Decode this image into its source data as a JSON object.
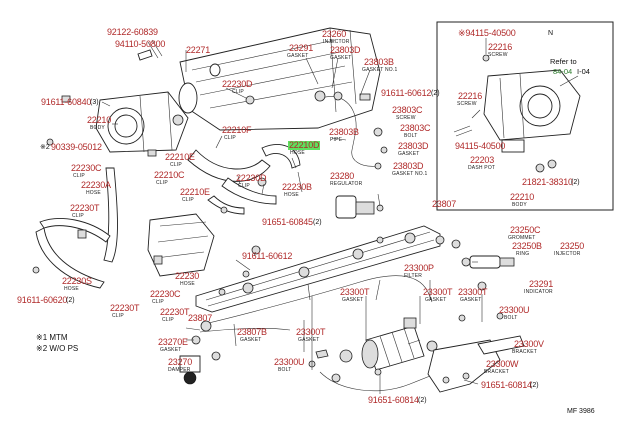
{
  "colors": {
    "part_number": "#b02a2a",
    "highlight": "#5ee05e",
    "line": "#333333"
  },
  "labels": {
    "l92122": "92122-60839",
    "l94110": "94110-50800",
    "l22271": "22271",
    "l23291a": "23291",
    "s23291a": "GASKET",
    "l23260": "23260",
    "s23260": "INJECTOR",
    "l23803Dt": "23803D",
    "s23803Dt": "GASKET",
    "l23803Bt": "23803B",
    "s23803Bt": "GASKET No.1",
    "l91611_084": "91611-60840",
    "q91611_084": "(3)",
    "l22230D": "22230D",
    "s22230D": "CLIP",
    "l91611_061": "91611-60612",
    "q91611_061": "(2)",
    "l22210": "22210",
    "s22210": "BODY",
    "l22210F": "22210F",
    "s22210F": "CLIP",
    "l23803C1": "23803C",
    "s23803C1": "SCREW",
    "l23803C2": "23803C",
    "s23803C2": "BOLT",
    "l90339": "90339-05012",
    "p90339": "※2",
    "l23803B": "23803B",
    "s23803B": "PIPE",
    "l22210D": "22210D",
    "s22210D": "HOSE",
    "l22210E": "22210E",
    "s22210E": "CLIP",
    "l23803Dm": "23803D",
    "s23803Dm": "GASKET",
    "l23803Dr": "23803D",
    "s23803Dr": "GASKET No.1",
    "l22230C1": "22230C",
    "s22230C1": "CLIP",
    "l22210C": "22210C",
    "s22210C": "CLIP",
    "l22230A": "22230A",
    "s22230A": "HOSE",
    "l22230Dm": "22230D",
    "s22230Dm": "CLIP",
    "l22230B": "22230B",
    "s22230B": "HOSE",
    "l23280": "23280",
    "s23280": "REGULATOR",
    "l23807a": "23807",
    "l22210Eb": "22210E",
    "s22210Eb": "CLIP",
    "l22230T1": "22230T",
    "s22230T1": "CLIP",
    "l91651_845": "91651-60845",
    "q91651_845": "(2)",
    "l23250C": "23250C",
    "s23250C": "GROMMET",
    "l23250B": "23250B",
    "s23250B": "RING",
    "l23250": "23250",
    "s23250": "INJECTOR",
    "l91611_0612b": "91611-60612",
    "l22230": "22230",
    "s22230": "HOSE",
    "l22230S": "22230S",
    "s22230S": "HOSE",
    "l23300P": "23300P",
    "s23300P": "FILTER",
    "l23291b": "23291",
    "s23291b": "INDICATOR",
    "l91611_620": "91611-60620",
    "q91611_620": "(2)",
    "l22230T2": "22230T",
    "s22230T2": "CLIP",
    "l22230C2": "22230C",
    "s22230C2": "CLIP",
    "l23300Ta": "23300T",
    "s23300Ta": "GASKET",
    "l23300Tb": "23300T",
    "s23300Tb": "GASKET",
    "l23300Tc": "23300T",
    "s23300Tc": "GASKET",
    "l23300U1": "23300U",
    "s23300U1": "BOLT",
    "l22230T3": "22230T",
    "s22230T3": "CLIP",
    "l23807b": "23807",
    "l23807B": "23807B",
    "s23807B": "GASKET",
    "l23300Tm": "23300T",
    "s23300Tm": "GASKET",
    "l23270E": "23270E",
    "s23270E": "GASKET",
    "l23300U2": "23300U",
    "s23300U2": "BOLT",
    "l23300V": "23300V",
    "s23300V": "BRACKET",
    "l23300W": "23300W",
    "s23300W": "BRACKET",
    "l23270": "23270",
    "s23270": "DAMPER",
    "l91651_814": "91651-60814",
    "q91651_814": "(2)",
    "l91651_814b": "91651-60814",
    "q91651_814b": "(2)",
    "n1": "※1 MTM",
    "n2": "※2 W/O PS",
    "i94115a": "※94115-40500",
    "iN": "N",
    "i22216a": "22216",
    "is22216a": "SCREW",
    "iRef": "Refer to",
    "iRefPg": "84-04",
    "iRefSuf": "I-04",
    "i22216b": "22216",
    "is22216b": "SCREW",
    "i94115b": "94115-40500",
    "i22203": "22203",
    "is22203": "DASH POT",
    "i21821": "21821-38310",
    "iq21821": "(2)",
    "i22210": "22210",
    "is22210": "BODY",
    "code": "MF 3986"
  }
}
